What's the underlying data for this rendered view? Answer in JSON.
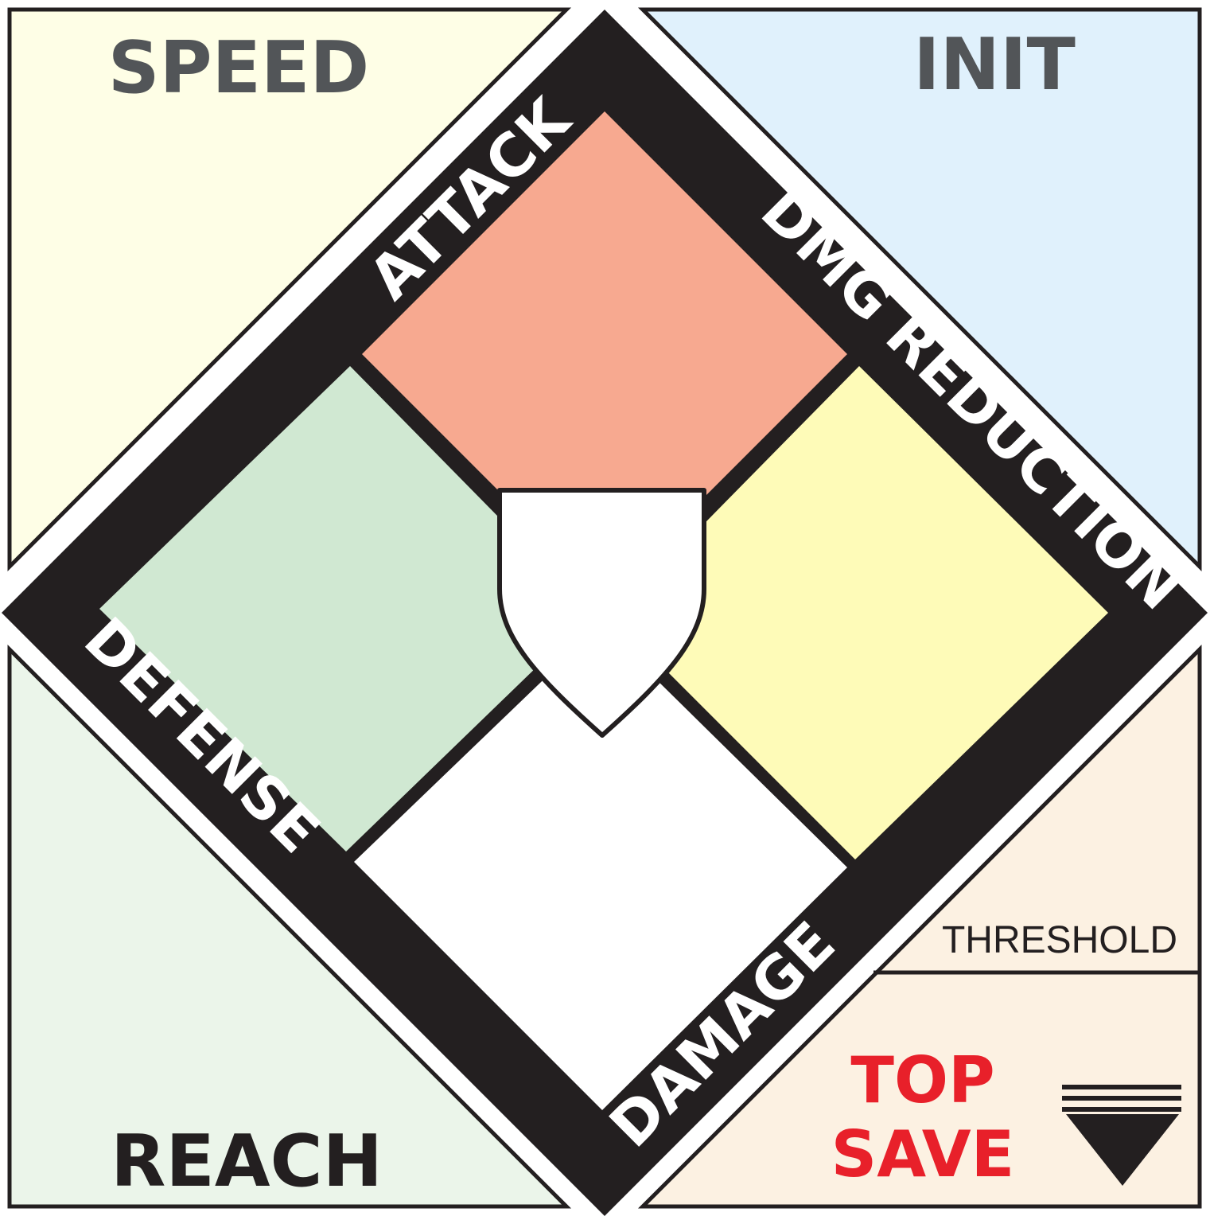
{
  "corners": {
    "top_left": {
      "label": "SPEED",
      "fill": "#FEFEE6"
    },
    "top_right": {
      "label": "INIT",
      "fill": "#E0F1FC"
    },
    "bottom_left": {
      "label": "REACH",
      "fill": "#EBF5EA"
    },
    "bottom_right": {
      "fill": "#FCF1E2",
      "threshold_label": "THRESHOLD",
      "save_line1": "TOP",
      "save_line2": "SAVE",
      "save_color": "#E8202A",
      "indicator_icon": "down-triangle-icon"
    }
  },
  "diamond": {
    "border_color": "#231F20",
    "band_labels": {
      "top_left": "ATTACK",
      "top_right": "DMG REDUCTION",
      "bottom_left": "DEFENSE",
      "bottom_right": "DAMAGE"
    },
    "quadrants": {
      "top": "#F7A990",
      "right": "#FEFBB8",
      "left": "#D0E8D2",
      "bottom": "#FFFFFF"
    },
    "center_icon": "shield-icon"
  },
  "label_colors": {
    "corner_text": "#525558",
    "reach_text": "#231F20",
    "band_text": "#FFFFFF"
  }
}
